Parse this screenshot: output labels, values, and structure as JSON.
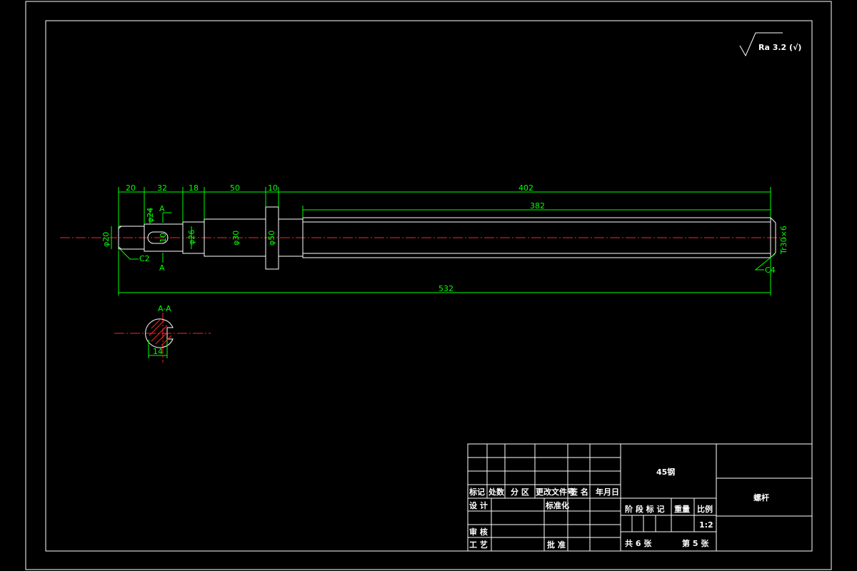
{
  "roughness": {
    "text": "Ra 3.2  (√)"
  },
  "dimensions": {
    "d20": "20",
    "d32": "32",
    "d18": "18",
    "d50": "50",
    "d10": "10",
    "d402": "402",
    "d382": "382",
    "d532": "532",
    "d14": "14",
    "phi20": "φ20",
    "phi24": "φ24",
    "phi26": "φ26",
    "phi30": "φ30",
    "phi50": "φ50",
    "key10": "10",
    "c2": "C2",
    "c4": "C4",
    "thread": "Tr30×6",
    "sectionA": "A",
    "sectionLabel": "A-A"
  },
  "title_block": {
    "material": "45钢",
    "part_name": "螺杆",
    "headers": [
      "标记",
      "处数",
      "分 区",
      "更改文件号",
      "签 名",
      "年月日"
    ],
    "design": "设 计",
    "standardization": "标准化",
    "review": "审 核",
    "process": "工 艺",
    "approve": "批 准",
    "stage_mark": "阶 段 标 记",
    "weight": "重量",
    "scale_label": "比例",
    "scale": "1:2",
    "total_sheets": "共 6 张",
    "sheet_no": "第 5 张"
  }
}
